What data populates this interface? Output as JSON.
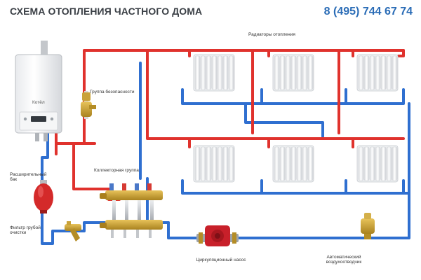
{
  "header": {
    "title": "СХЕМА ОТОПЛЕНИЯ ЧАСТНОГО ДОМА",
    "phone": "8 (495) 744 67 74"
  },
  "labels": {
    "radiators": "Радиаторы отопления",
    "safety_group": "Группа безопасности",
    "boiler": "Котёл",
    "collector_group": "Коллекторная группа",
    "expansion_tank": "Расширительный бак",
    "coarse_filter": "Фильтр грубой очистки",
    "pump": "Циркуляционный насос",
    "air_vent": "Автоматический воздухоотводчик"
  },
  "colors": {
    "supply_pipe": "#e0322d",
    "return_pipe": "#2f6fd0",
    "title_text": "#3a3f45",
    "phone_text": "#2a6cb6",
    "radiator": "#f2f3f5",
    "tank": "#d42a2a",
    "pump": "#c8202a",
    "brass": "#c9a23a"
  },
  "icons": {
    "boiler": "boiler-icon",
    "radiator": "radiator-icon",
    "tank": "expansion-tank-icon",
    "pump": "pump-icon",
    "air_vent": "air-vent-icon",
    "filter": "filter-icon",
    "safety_group": "safety-valve-icon",
    "collector": "manifold-icon"
  }
}
